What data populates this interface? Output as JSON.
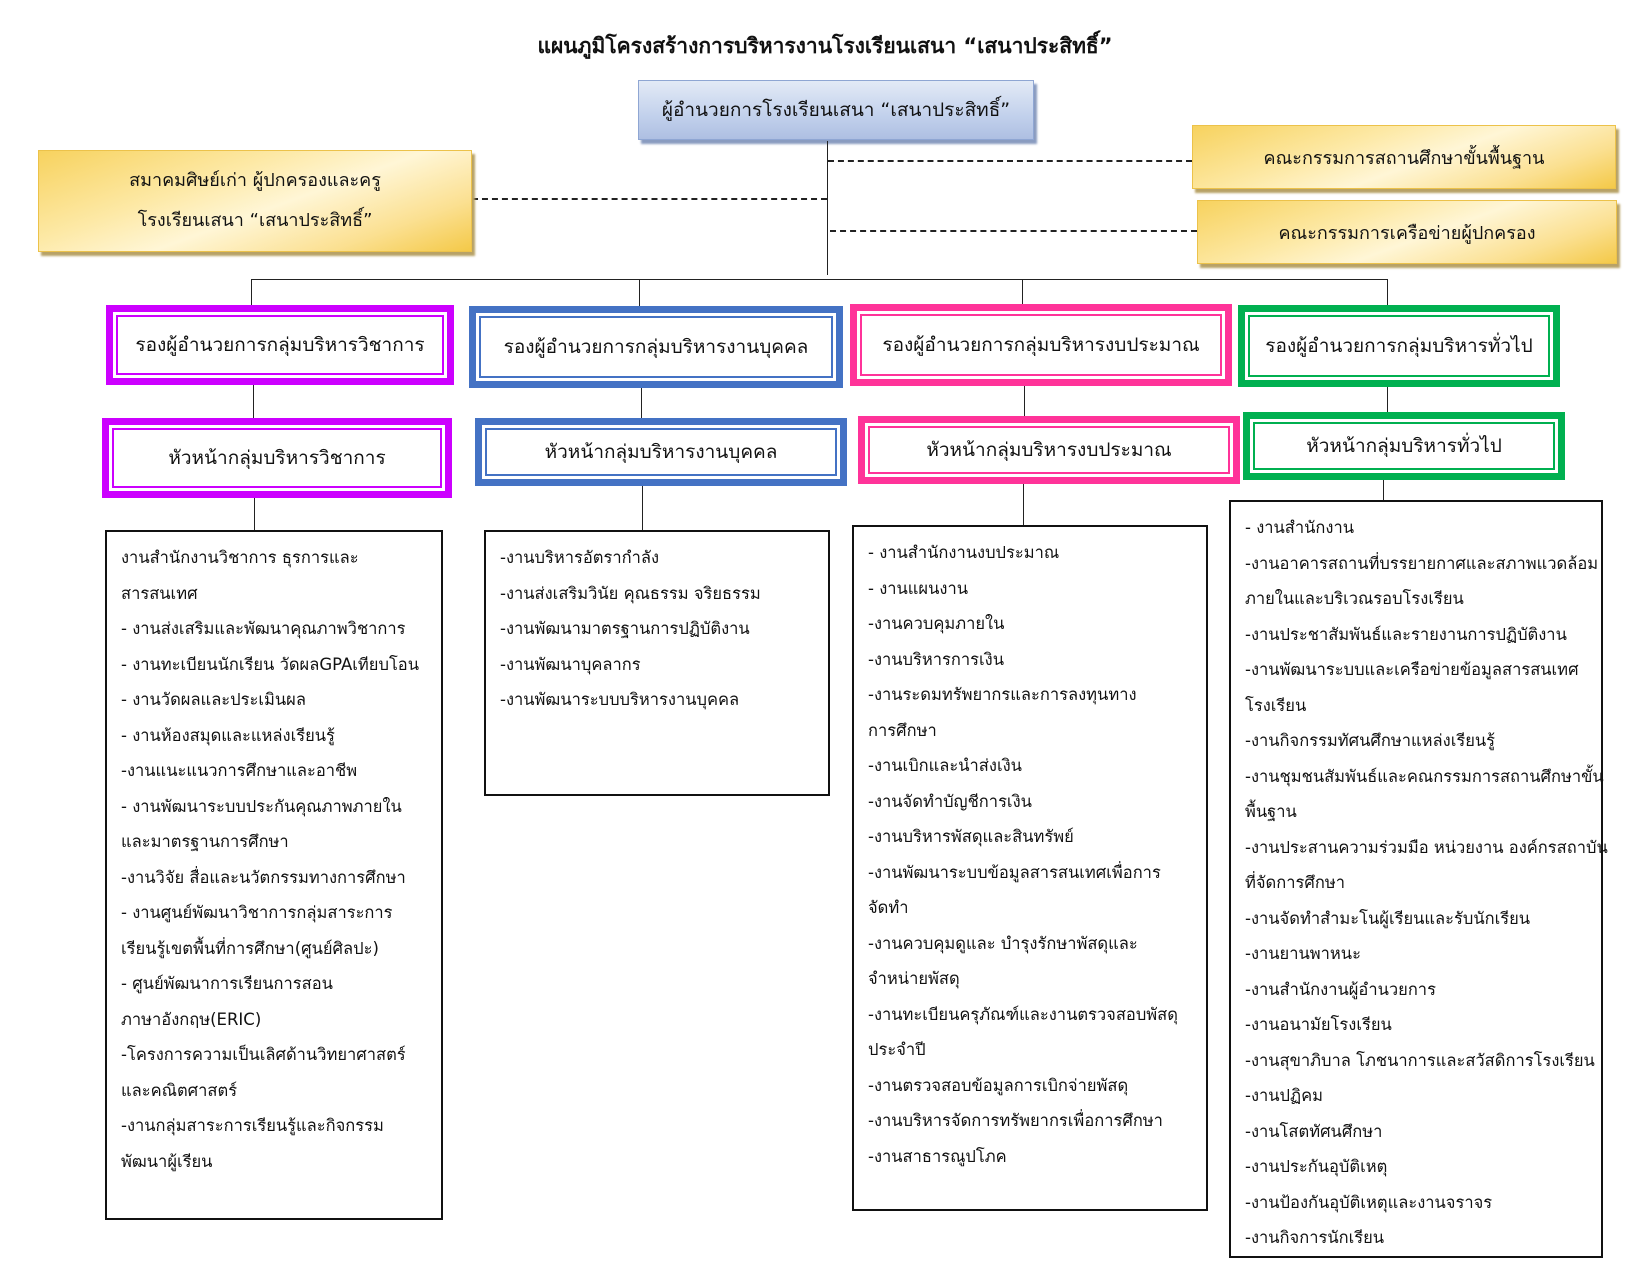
{
  "title": "แผนภูมิโครงสร้างการบริหารงานโรงเรียนเสนา “เสนาประสิทธิ์”",
  "director": "ผู้อำนวยการโรงเรียนเสนา “เสนาประสิทธิ์”",
  "alumni_association": {
    "line1": "สมาคมศิษย์เก่า ผู้ปกครองและครู",
    "line2": "โรงเรียนเสนา “เสนาประสิทธิ์”"
  },
  "boards": [
    "คณะกรรมการสถานศึกษาขั้นพื้นฐาน",
    "คณะกรรมการเครือข่ายผู้ปกครอง"
  ],
  "colors": {
    "academic": "#cc00ff",
    "personnel": "#4472c4",
    "budget": "#ff3399",
    "general": "#00b050"
  },
  "groups": [
    {
      "deputy": "รองผู้อำนวยการกลุ่มบริหารวิชาการ",
      "head": "หัวหน้ากลุ่มบริหารวิชาการ",
      "tasks": [
        " งานสำนักงานวิชาการ ธุรการและ",
        "สารสนเทศ",
        "- งานส่งเสริมและพัฒนาคุณภาพวิชาการ",
        "- งานทะเบียนนักเรียน วัดผลGPAเทียบโอน",
        "- งานวัดผลและประเมินผล",
        "- งานห้องสมุดและแหล่งเรียนรู้",
        "-งานแนะแนวการศึกษาและอาชีพ",
        "- งานพัฒนาระบบประกันคุณภาพภายใน",
        "และมาตรฐานการศึกษา",
        "-งานวิจัย สื่อและนวัตกรรมทางการศึกษา",
        "- งานศูนย์พัฒนาวิชาการกลุ่มสาระการ",
        "เรียนรู้เขตพื้นที่การศึกษา(ศูนย์ศิลปะ)",
        "- ศูนย์พัฒนาการเรียนการสอน",
        "ภาษาอังกฤษ(ERIC)",
        "-โครงการความเป็นเลิศด้านวิทยาศาสตร์",
        "และคณิตศาสตร์",
        "-งานกลุ่มสาระการเรียนรู้และกิจกรรม",
        "พัฒนาผู้เรียน"
      ]
    },
    {
      "deputy": "รองผู้อำนวยการกลุ่มบริหารงานบุคคล",
      "head": "หัวหน้ากลุ่มบริหารงานบุคคล",
      "tasks": [
        " -งานบริหารอัตรากำลัง",
        "-งานส่งเสริมวินัย คุณธรรม จริยธรรม",
        "-งานพัฒนามาตรฐานการปฏิบัติงาน",
        "-งานพัฒนาบุคลากร",
        "-งานพัฒนาระบบบริหารงานบุคคล"
      ]
    },
    {
      "deputy": "รองผู้อำนวยการกลุ่มบริหารงบประมาณ",
      "head": "หัวหน้ากลุ่มบริหารงบประมาณ",
      "tasks": [
        " - งานสำนักงานงบประมาณ",
        "- งานแผนงาน",
        "-งานควบคุมภายใน",
        "-งานบริหารการเงิน",
        "-งานระดมทรัพยากรและการลงทุนทาง",
        "การศึกษา",
        "-งานเบิกและนำส่งเงิน",
        "-งานจัดทำบัญชีการเงิน",
        "-งานบริหารพัสดุและสินทรัพย์",
        "-งานพัฒนาระบบข้อมูลสารสนเทศเพื่อการ",
        "จัดทำ",
        "-งานควบคุมดูและ บำรุงรักษาพัสดุและ",
        "จำหน่ายพัสดุ",
        "-งานทะเบียนครุภัณฑ์และงานตรวจสอบพัสดุ",
        "ประจำปี",
        "-งานตรวจสอบข้อมูลการเบิกจ่ายพัสดุ",
        "-งานบริหารจัดการทรัพยากรเพื่อการศึกษา",
        "-งานสาธารณูปโภค"
      ]
    },
    {
      "deputy": "รองผู้อำนวยการกลุ่มบริหารทั่วไป",
      "head": "หัวหน้ากลุ่มบริหารทั่วไป",
      "tasks": [
        " - งานสำนักงาน",
        "-งานอาคารสถานที่บรรยายกาศและสภาพแวดล้อม",
        "ภายในและบริเวณรอบโรงเรียน",
        "-งานประชาสัมพันธ์และรายงานการปฏิบัติงาน",
        "-งานพัฒนาระบบและเครือข่ายข้อมูลสารสนเทศ",
        "โรงเรียน",
        "-งานกิจกรรมทัศนศึกษาแหล่งเรียนรู้",
        "-งานชุมชนสัมพันธ์และคณกรรมการสถานศึกษาขั้น",
        "พื้นฐาน",
        "-งานประสานความร่วมมือ หน่วยงาน องค์กรสถาบัน",
        "ที่จัดการศึกษา",
        "-งานจัดทำสำมะโนผู้เรียนและรับนักเรียน",
        "-งานยานพาหนะ",
        "-งานสำนักงานผู้อำนวยการ",
        "-งานอนามัยโรงเรียน",
        "-งานสุขาภิบาล โภชนาการและสวัสดิการโรงเรียน",
        "-งานปฏิคม",
        "-งานโสตทัศนศึกษา",
        "-งานประกันอุบัติเหตุ",
        "-งานป้องกันอุบัติเหตุและงานจราจร",
        "-งานกิจการนักเรียน"
      ]
    }
  ]
}
